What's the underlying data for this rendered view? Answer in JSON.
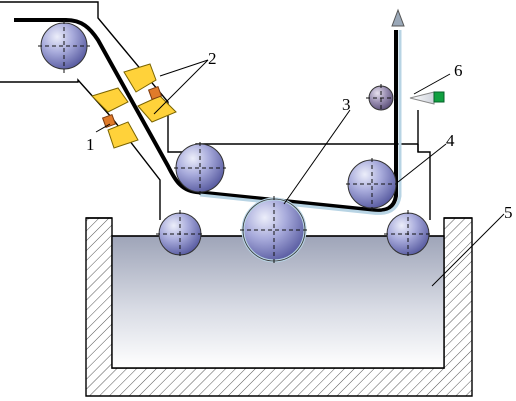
{
  "callouts": {
    "c1": "1",
    "c2": "2",
    "c3": "3",
    "c4": "4",
    "c5": "5",
    "c6": "6"
  },
  "colors": {
    "frame": "#000000",
    "bath_fill_top": "#9aa2b6",
    "bath_fill_bottom": "#ffffff",
    "roller_light": "#e8e9f8",
    "roller_dark": "#5f63a8",
    "film": "#000000",
    "film_coated": "#b8d4e4",
    "nozzle_yellow": "#ffd23a",
    "heater_orange": "#e07b2a",
    "sensor_green": "#10a040",
    "hatch": "#555555"
  },
  "icons": {
    "film_exit_arrow": "arrow-up-icon",
    "sensor": "square-icon"
  }
}
